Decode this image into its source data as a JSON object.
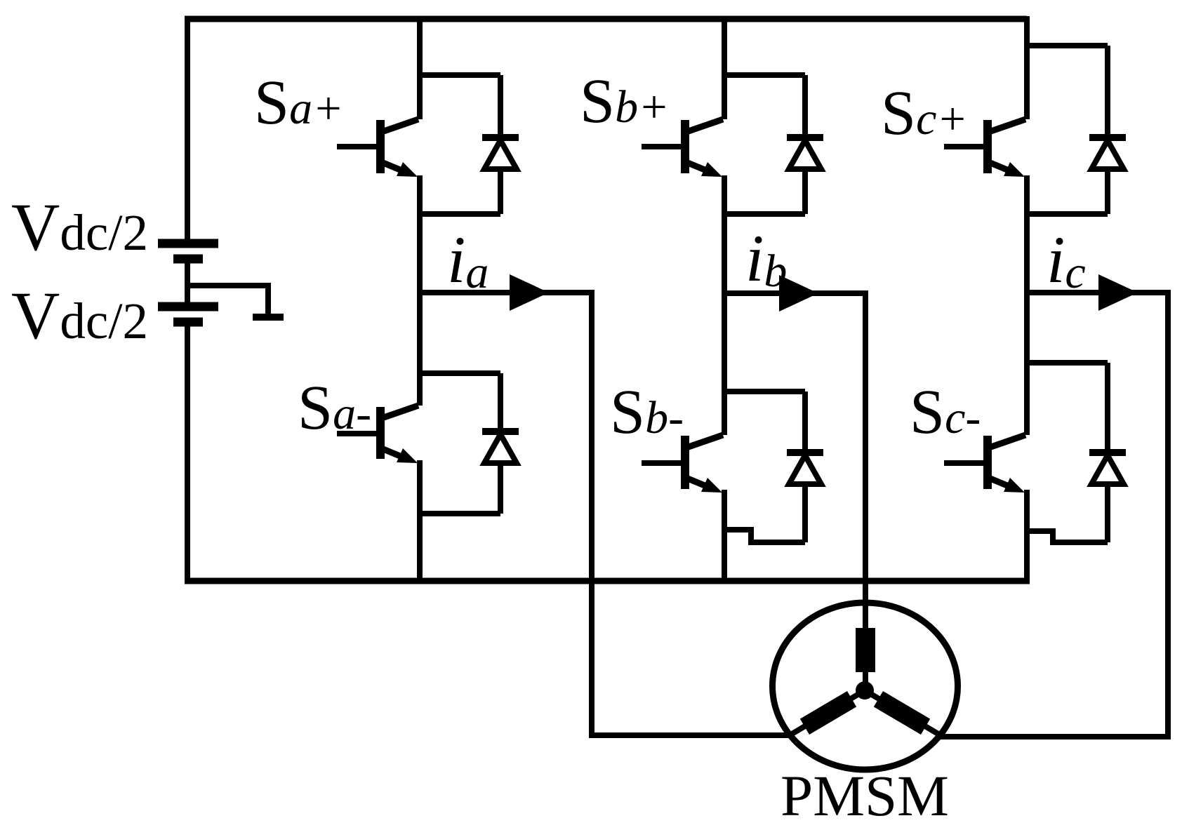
{
  "figure": {
    "background_color": "#ffffff",
    "line_color": "#000000",
    "motor_label": "PMSM"
  },
  "dc_sources": {
    "upper": {
      "main": "V",
      "sub": "dc/2"
    },
    "lower": {
      "main": "V",
      "sub": "dc/2"
    }
  },
  "switches": {
    "sa_plus": {
      "main": "S",
      "sub": "a+"
    },
    "sb_plus": {
      "main": "S",
      "sub": "b+"
    },
    "sc_plus": {
      "main": "S",
      "sub": "c+"
    },
    "sa_minus": {
      "main": "S",
      "sub": "a-"
    },
    "sb_minus": {
      "main": "S",
      "sub": "b-"
    },
    "sc_minus": {
      "main": "S",
      "sub": "c-"
    }
  },
  "phase_currents": {
    "ia": {
      "main": "i",
      "sub": "a"
    },
    "ib": {
      "main": "i",
      "sub": "b"
    },
    "ic": {
      "main": "i",
      "sub": "c"
    }
  }
}
